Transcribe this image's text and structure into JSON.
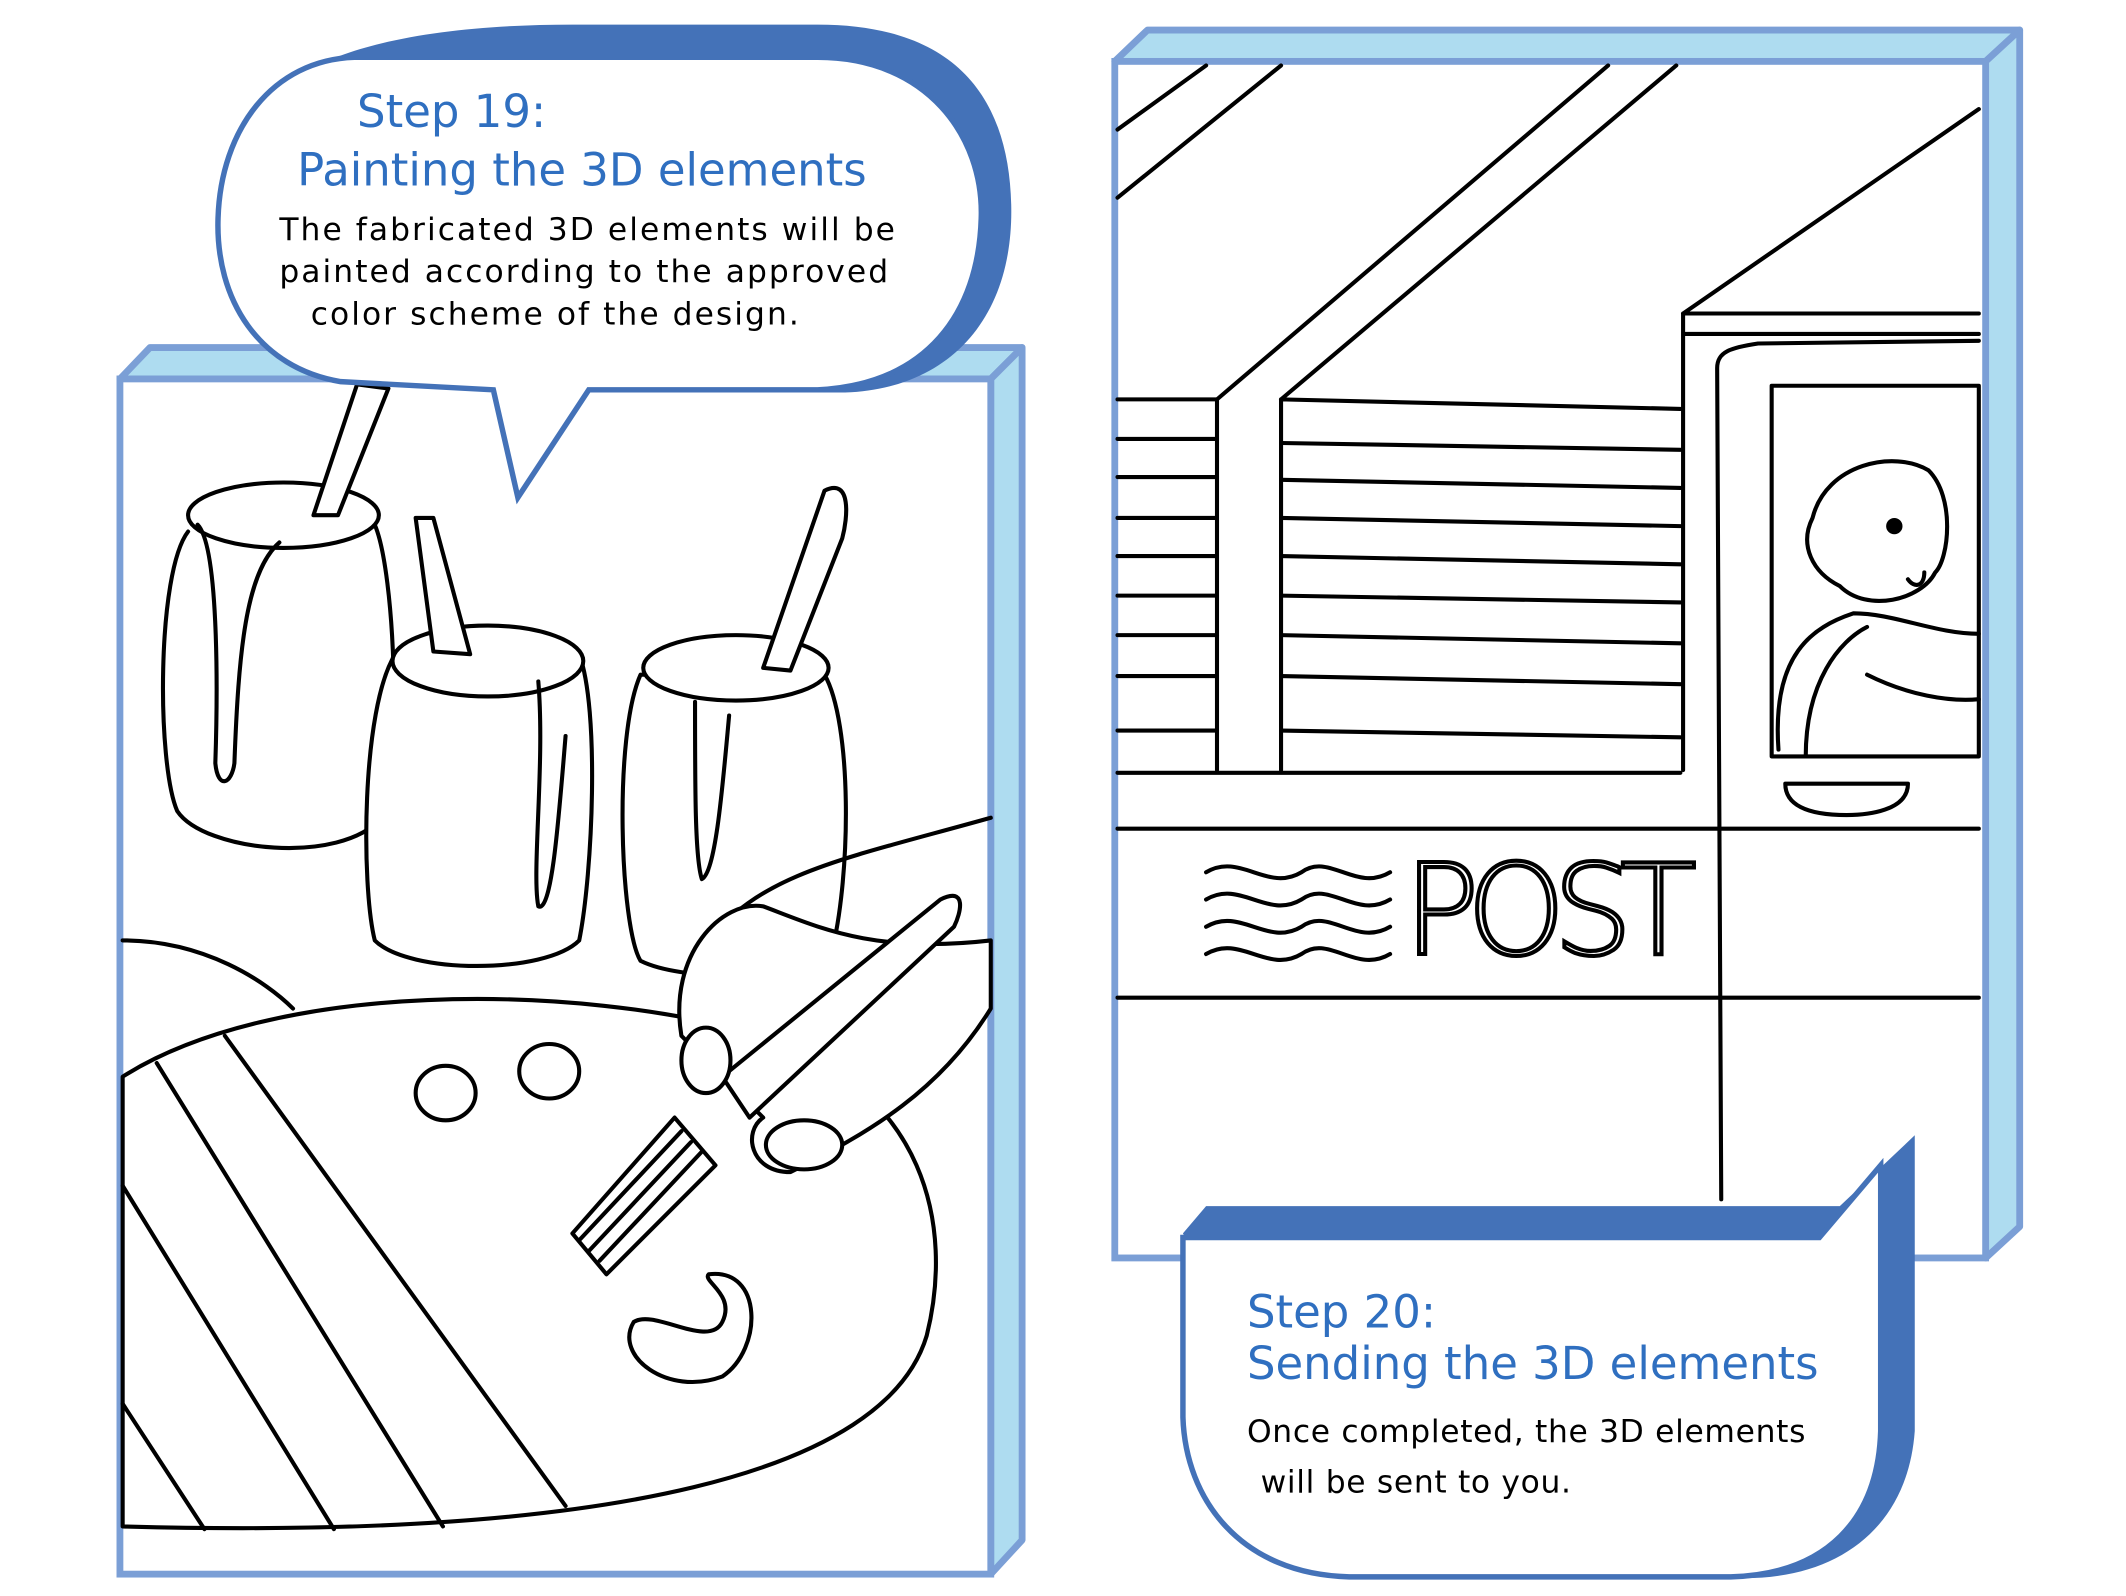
{
  "colors": {
    "frame": "#7b9fd6",
    "frame_face": "#aedcf0",
    "bubble_shadow": "#4472b8",
    "title_text": "#2f6fc0"
  },
  "step19": {
    "step_label": "Step 19:",
    "title": "Painting the 3D elements",
    "description_lines": [
      "The fabricated 3D elements will be",
      "painted according to the approved",
      "color scheme of the design."
    ]
  },
  "step20": {
    "step_label": "Step 20:",
    "title": "Sending the 3D elements",
    "description_lines": [
      "Once completed, the 3D elements",
      "will be sent to you."
    ]
  },
  "truck": {
    "sign": "POST"
  }
}
